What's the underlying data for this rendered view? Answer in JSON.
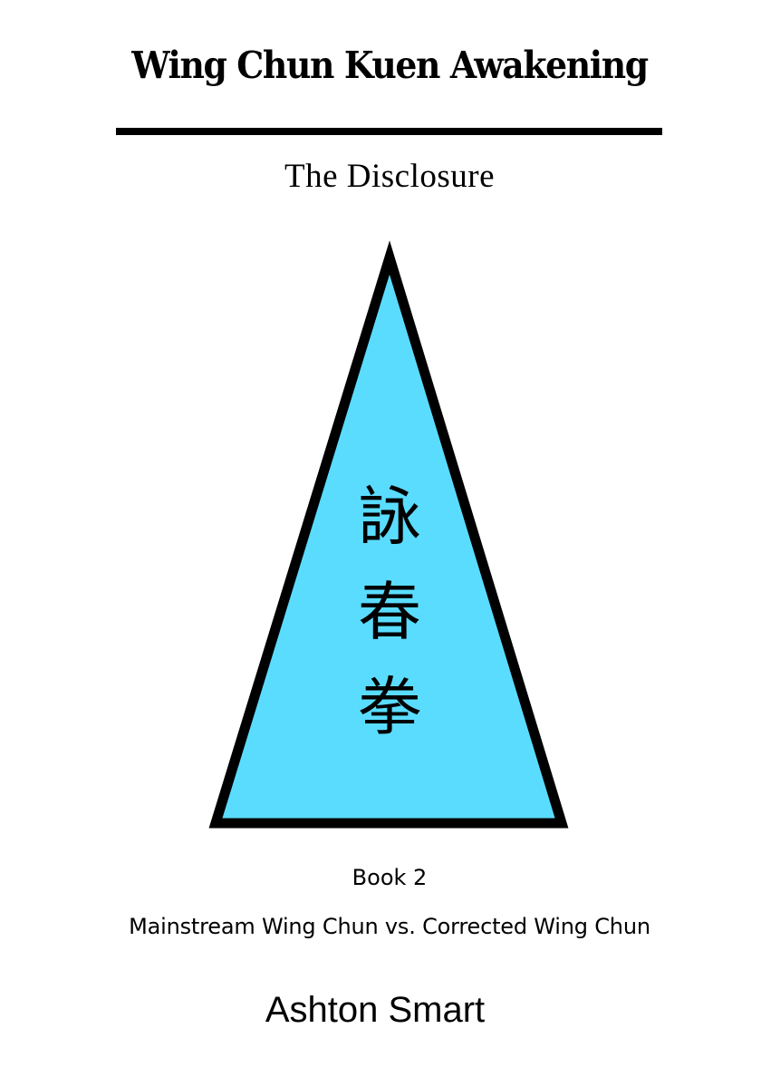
{
  "cover": {
    "title": "Wing Chun Kuen Awakening",
    "subtitle": "The Disclosure",
    "emblem": {
      "shape": "triangle",
      "fill_color": "#5ADCFF",
      "stroke_color": "#000000",
      "characters": [
        "詠",
        "春",
        "拳"
      ]
    },
    "book_number": "Book 2",
    "tagline": "Mainstream Wing Chun vs. Corrected Wing Chun",
    "author": "Ashton Smart"
  }
}
